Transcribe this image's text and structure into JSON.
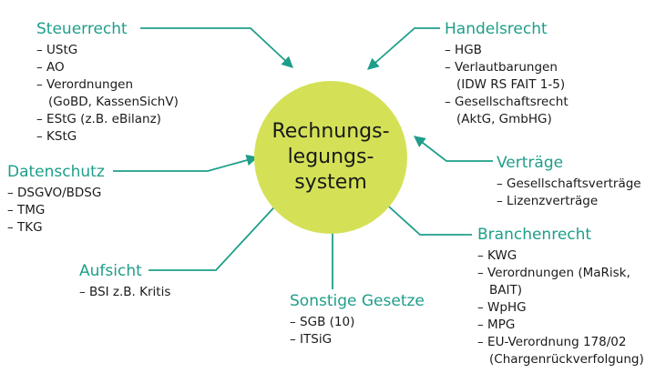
{
  "colors": {
    "accent": "#1e9e8a",
    "circle": "#d4e157",
    "text": "#1a1a1a"
  },
  "center": {
    "lines": [
      "Rechnungs-",
      "legungs-",
      "system"
    ]
  },
  "groups": [
    {
      "id": "steuerrecht",
      "title": "Steuerrecht",
      "items": [
        [
          "– UStG"
        ],
        [
          "– AO"
        ],
        [
          "– Verordnungen",
          "(GoBD, KassenSichV)"
        ],
        [
          "– EStG (z.B. eBilanz)"
        ],
        [
          "– KStG"
        ]
      ]
    },
    {
      "id": "datenschutz",
      "title": "Datenschutz",
      "items": [
        [
          "– DSGVO/BDSG"
        ],
        [
          "– TMG"
        ],
        [
          "– TKG"
        ]
      ]
    },
    {
      "id": "aufsicht",
      "title": "Aufsicht",
      "items": [
        [
          "– BSI z.B. Kritis"
        ]
      ]
    },
    {
      "id": "sonstige",
      "title": "Sonstige Gesetze",
      "items": [
        [
          "– SGB (10)"
        ],
        [
          "– ITSiG"
        ]
      ]
    },
    {
      "id": "handelsrecht",
      "title": "Handelsrecht",
      "items": [
        [
          "– HGB"
        ],
        [
          "– Verlautbarungen",
          "(IDW RS FAIT 1-5)"
        ],
        [
          "– Gesellschaftsrecht",
          "(AktG, GmbHG)"
        ]
      ]
    },
    {
      "id": "vertraege",
      "title": "Verträge",
      "items": [
        [
          "– Gesellschaftsverträge"
        ],
        [
          "– Lizenzverträge"
        ]
      ]
    },
    {
      "id": "branchenrecht",
      "title": "Branchenrecht",
      "items": [
        [
          "– KWG"
        ],
        [
          "– Verordnungen (MaRisk,",
          "BAIT)"
        ],
        [
          "– WpHG"
        ],
        [
          "– MPG"
        ],
        [
          "– EU-Verordnung 178/02",
          "(Chargenrückverfolgung)"
        ]
      ]
    }
  ]
}
